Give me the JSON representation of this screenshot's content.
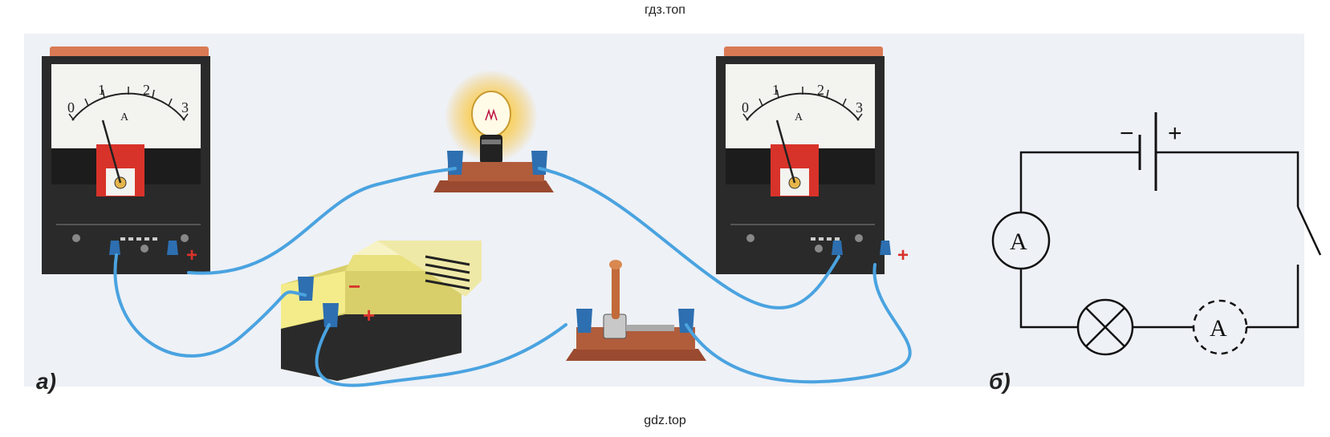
{
  "watermark_top": "гдз.топ",
  "watermark_bottom": "gdz.top",
  "panel_a": {
    "label": "а)",
    "meter_scale": [
      "0",
      "1",
      "2",
      "3"
    ],
    "meter_unit": "A",
    "terminal_sign": "+",
    "battery_minus": "−",
    "battery_plus": "+"
  },
  "panel_b": {
    "label": "б)",
    "ammeter_symbol": "A",
    "ammeter_alt_symbol": "A",
    "battery_minus": "−",
    "battery_plus": "+"
  },
  "colors": {
    "wire": "#4aa3e0",
    "meter_case": "#2a2a2a",
    "meter_top": "#d97a55",
    "meter_red": "#d8332a",
    "battery_yellow": "#f4ec8a",
    "base_wood": "#9a4a30",
    "bulb_glow": "#f6c24a"
  }
}
